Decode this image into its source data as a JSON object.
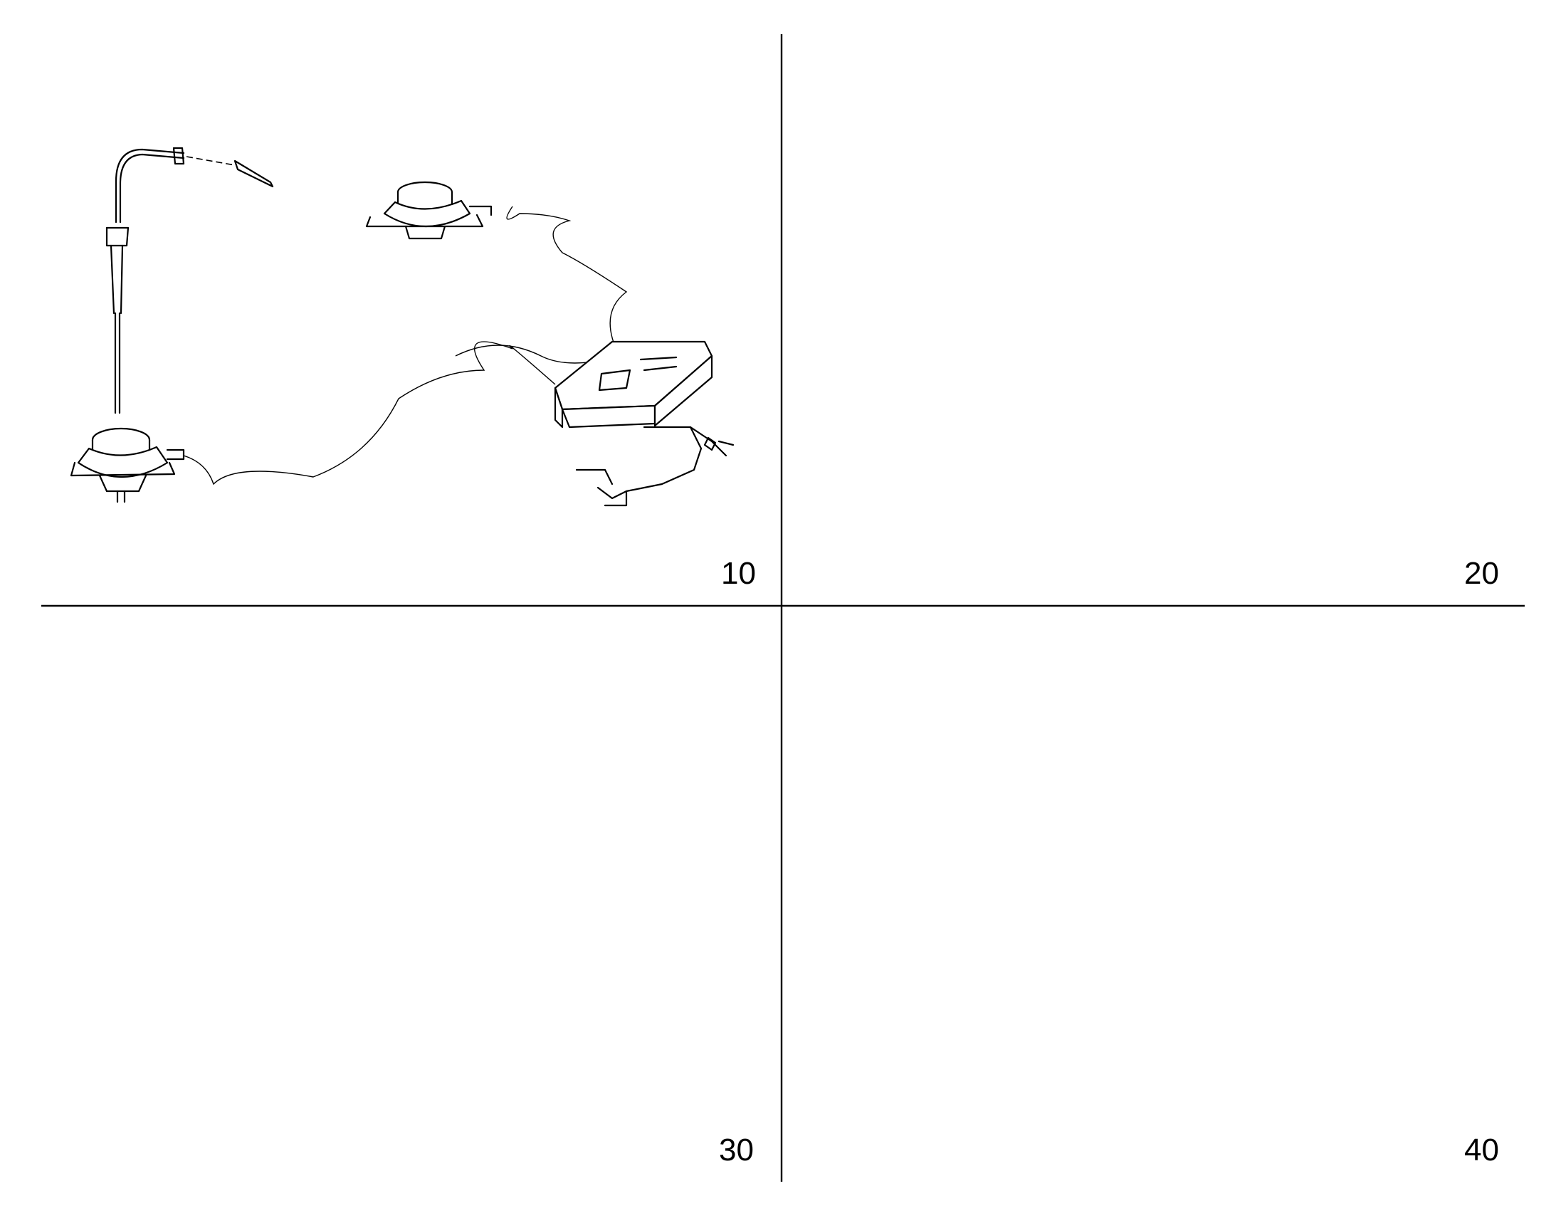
{
  "panels": [
    {
      "id": "10",
      "label": "10"
    },
    {
      "id": "20",
      "label": "20"
    },
    {
      "id": "30",
      "label": "30"
    },
    {
      "id": "40",
      "label": "40"
    }
  ]
}
